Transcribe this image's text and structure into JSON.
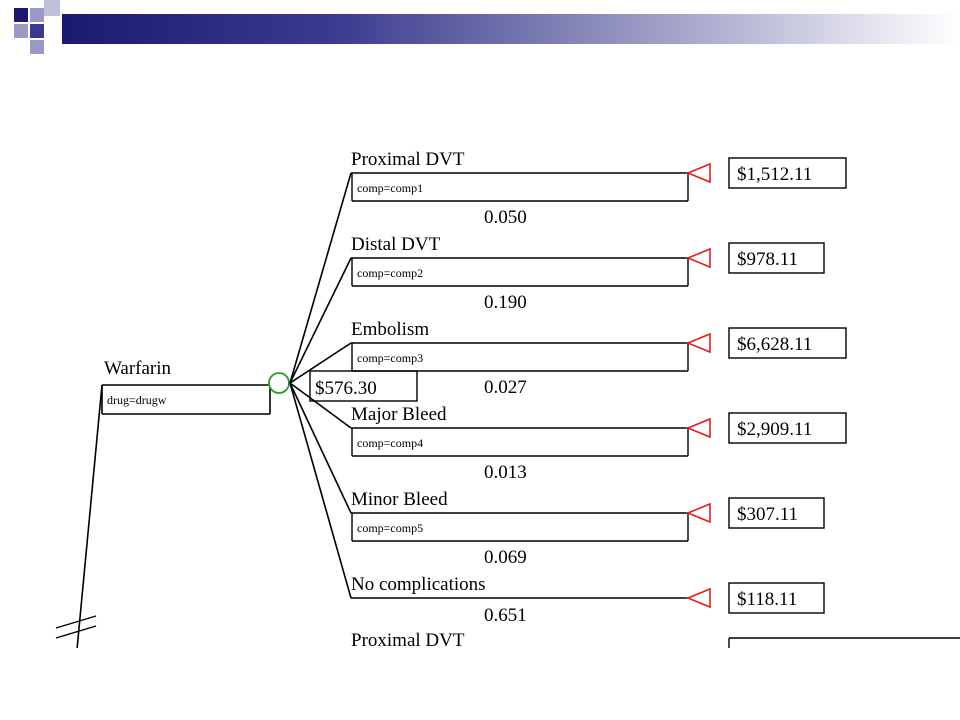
{
  "colors": {
    "banner_dark": "#1a1a6e",
    "banner_light": "#9a9ac4",
    "chance_node": "#2a9a2a",
    "terminal_node": "#e0201e",
    "line": "#000000"
  },
  "icons": {
    "chance": "circle-chance-node",
    "terminal": "triangle-terminal-node",
    "collapse": "double-slash-break-mark"
  },
  "tree": {
    "decision": {
      "name": "Warfarin",
      "assignment": "drug=drugw",
      "expected_value": "$576.30"
    },
    "branches": [
      {
        "name": "Proximal DVT",
        "assignment": "comp=comp1",
        "probability": "0.050",
        "payoff": "$1,512.11"
      },
      {
        "name": "Distal DVT",
        "assignment": "comp=comp2",
        "probability": "0.190",
        "payoff": "$978.11"
      },
      {
        "name": "Embolism",
        "assignment": "comp=comp3",
        "probability": "0.027",
        "payoff": "$6,628.11"
      },
      {
        "name": "Major Bleed",
        "assignment": "comp=comp4",
        "probability": "0.013",
        "payoff": "$2,909.11"
      },
      {
        "name": "Minor Bleed",
        "assignment": "comp=comp5",
        "probability": "0.069",
        "payoff": "$307.11"
      },
      {
        "name": "No complications",
        "assignment": "",
        "probability": "0.651",
        "payoff": "$118.11"
      }
    ],
    "next_branch_name": "Proximal DVT"
  }
}
